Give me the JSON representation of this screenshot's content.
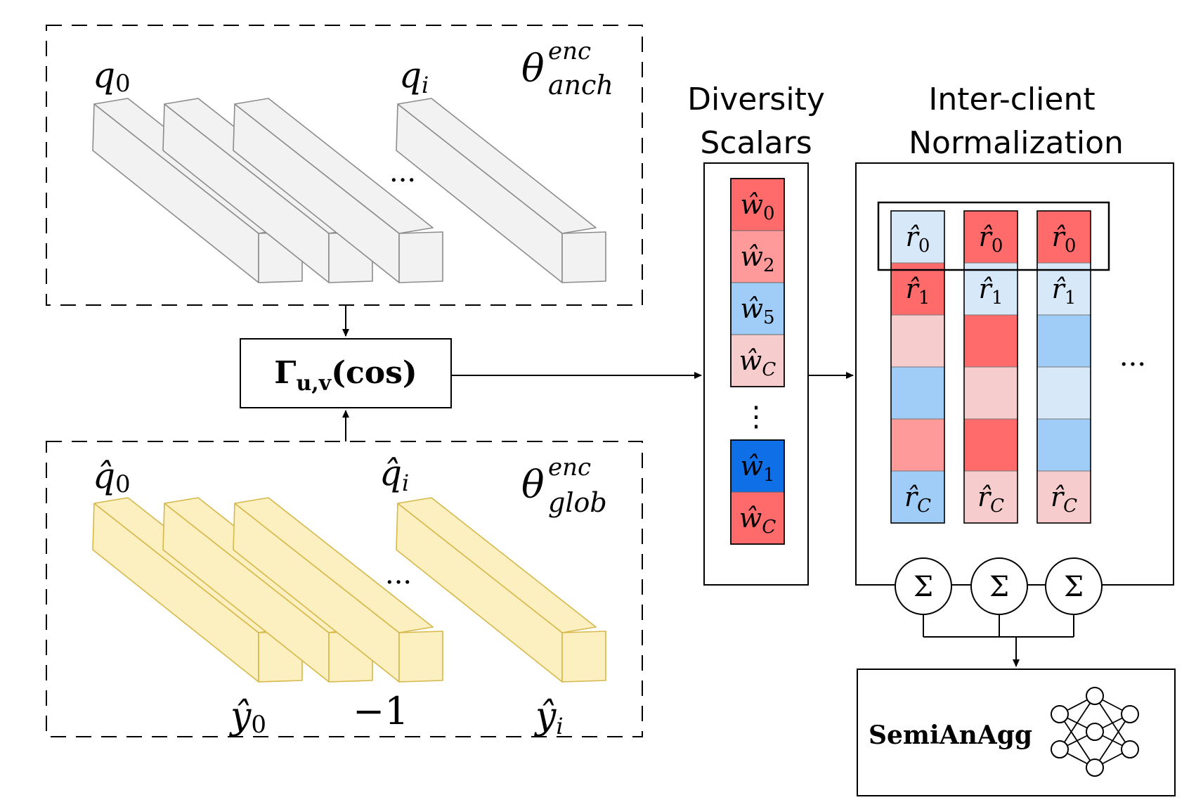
{
  "anchor_panel": {
    "label_first": "q",
    "label_first_sub": "0",
    "label_last": "q",
    "label_last_sub": "i",
    "theta": "θ",
    "theta_sup": "enc",
    "theta_sub": "anch",
    "ellipsis": "···"
  },
  "global_panel": {
    "label_first": "q̂",
    "label_first_sub": "0",
    "label_last": "q̂",
    "label_last_sub": "i",
    "theta": "θ",
    "theta_sup": "enc",
    "theta_sub": "glob",
    "ellipsis": "···",
    "y_first": "ŷ",
    "y_first_sub": "0",
    "minus_one": "−1",
    "y_last": "ŷ",
    "y_last_sub": "i"
  },
  "gamma_box": {
    "gamma": "Γ",
    "sub": "u,v",
    "arg": "(cos)"
  },
  "diversity": {
    "title_line1": "Diversity",
    "title_line2": "Scalars",
    "top_cells": [
      {
        "sym": "ŵ",
        "sub": "0",
        "color": "#ff6b6b"
      },
      {
        "sym": "ŵ",
        "sub": "2",
        "color": "#ff9a9a"
      },
      {
        "sym": "ŵ",
        "sub": "5",
        "color": "#9fcdf7"
      },
      {
        "sym": "ŵ",
        "sub": "C",
        "color": "#f6cccc"
      }
    ],
    "vdots": "⋮",
    "bottom_cells": [
      {
        "sym": "ŵ",
        "sub": "1",
        "color": "#0f6fe6"
      },
      {
        "sym": "ŵ",
        "sub": "C",
        "color": "#ff6b6b"
      }
    ]
  },
  "normalization": {
    "title_line1": "Inter-client",
    "title_line2": "Normalization",
    "ellipsis": "···",
    "columns": [
      {
        "cells": [
          "#d7e8f9",
          "#ff6b6b",
          "#f6cccc",
          "#9fcdf7",
          "#ff9a9a",
          "#9fcdf7"
        ],
        "labels": [
          {
            "sym": "r̂",
            "sub": "0"
          },
          {
            "sym": "r̂",
            "sub": "1"
          },
          {
            "sym": "r̂",
            "sub": "C"
          }
        ]
      },
      {
        "cells": [
          "#ff6b6b",
          "#d7e8f9",
          "#ff6b6b",
          "#f6cccc",
          "#ff6b6b",
          "#f6cccc"
        ],
        "labels": [
          {
            "sym": "r̂",
            "sub": "0"
          },
          {
            "sym": "r̂",
            "sub": "1"
          },
          {
            "sym": "r̂",
            "sub": "C"
          }
        ]
      },
      {
        "cells": [
          "#ff6b6b",
          "#d7e8f9",
          "#9fcdf7",
          "#d7e8f9",
          "#9fcdf7",
          "#f6cccc"
        ],
        "labels": [
          {
            "sym": "r̂",
            "sub": "0"
          },
          {
            "sym": "r̂",
            "sub": "1"
          },
          {
            "sym": "r̂",
            "sub": "C"
          }
        ]
      }
    ],
    "sum_symbol": "Σ"
  },
  "aggregator": {
    "label": "SemiAnAgg",
    "icon": "neural-network-icon"
  },
  "colors": {
    "anchor_face": "#f2f2f2",
    "anchor_stroke": "#8c8c8c",
    "global_face": "#fdf0c0",
    "global_stroke": "#d6b84a"
  }
}
